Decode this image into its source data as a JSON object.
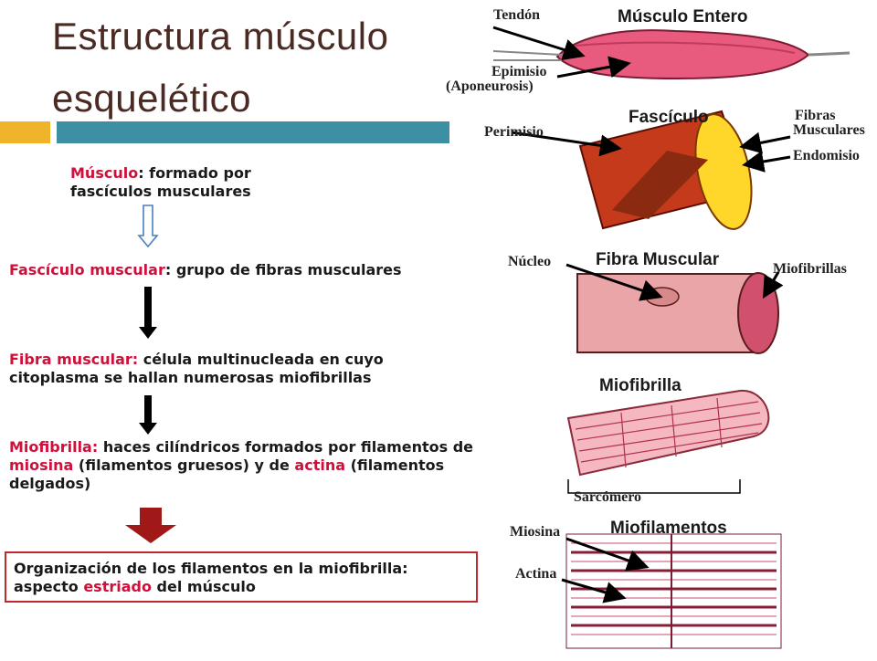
{
  "title": "Estructura músculo esquelético",
  "steps": {
    "musculo": {
      "term": "Músculo",
      "rest": ": formado por fascículos musculares"
    },
    "fasciculo": {
      "term": "Fascículo muscular",
      "rest": ": grupo de fibras musculares"
    },
    "fibra": {
      "term": "Fibra muscular:",
      "rest": " célula multinucleada en cuyo citoplasma se hallan numerosas miofibrillas"
    },
    "miofibrilla": {
      "term": "Miofibrilla:",
      "rest1": " haces cilíndricos formados por filamentos de ",
      "miosina": "miosina",
      "rest2": " (filamentos gruesos) y de ",
      "actina": "actina",
      "rest3": " (filamentos delgados)"
    },
    "organizacion": {
      "pre": "Organización de los filamentos en la miofibrilla: aspecto ",
      "estriado": "estriado",
      "post": " del músculo"
    }
  },
  "figure": {
    "musculo_entero": {
      "heading": "Músculo Entero",
      "tendon": "Tendón",
      "epimisio": "Epimisio",
      "aponeurosis": "(Aponeurosis)"
    },
    "fasciculo": {
      "heading": "Fascículo",
      "perimisio": "Perimisio",
      "fibras": "Fibras",
      "musculares": "Musculares",
      "endomisio": "Endomisio"
    },
    "fibra": {
      "heading": "Fibra Muscular",
      "nucleo": "Núcleo",
      "miofibrillas": "Miofibrillas"
    },
    "miofibrilla": {
      "heading": "Miofibrilla",
      "sarcomero": "Sarcómero"
    },
    "miofilamentos": {
      "heading": "Miofilamentos",
      "miosina": "Miosina",
      "actina": "Actina"
    }
  },
  "colors": {
    "accent_red": "#d0103a",
    "title_brown": "#4a2a22",
    "bar_yellow": "#f0b42a",
    "bar_teal": "#3d8fa4",
    "down_arrow": "#a01818"
  }
}
